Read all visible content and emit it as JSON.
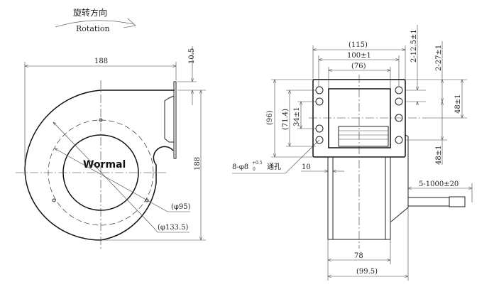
{
  "rotation": {
    "cn": "旋转方向",
    "en": "Rotation"
  },
  "logo": "Wormal",
  "front_view": {
    "width": "188",
    "height": "188",
    "flange_offset": "10.5",
    "inner_diameter": "(φ95)",
    "hole_circle_diameter": "(φ133.5)"
  },
  "side_view": {
    "overall_width": "(115)",
    "hole_spacing_width": "100±1",
    "inner_width": "(76)",
    "overall_height": "(96)",
    "hole_spacing_height": "(71.4)",
    "inner_hole_spacing": "34±1",
    "hole_pitch_a": "2-12.5±1",
    "hole_pitch_b": "2-27±1",
    "dim_48_upper": "48±1",
    "dim_48_lower": "48±1",
    "holes_label": "8-φ8",
    "holes_tol_upper": "+0.5",
    "holes_tol_lower": "0",
    "holes_note": "通孔",
    "wall": "10",
    "cable": "5-1000±20",
    "motor_width": "78",
    "overall_depth": "(99.5)"
  }
}
